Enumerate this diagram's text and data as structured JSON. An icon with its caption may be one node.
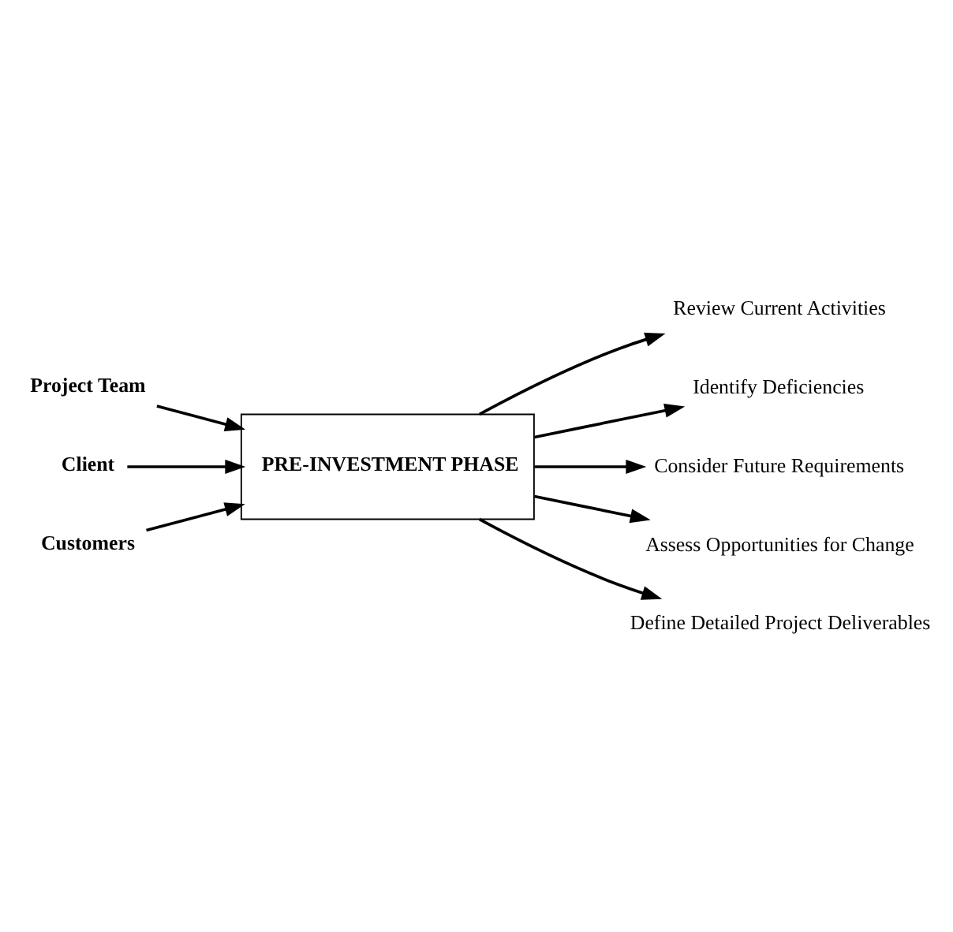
{
  "diagram": {
    "nodes": [
      {
        "text": [
          "PRE-INVESTMENT PHASE"
        ]
      },
      {
        "text": [
          "Project Team"
        ]
      },
      {
        "text": [
          "Client"
        ]
      },
      {
        "text": [
          "Customers"
        ]
      },
      {
        "text": [
          "Review Current Activities"
        ]
      },
      {
        "text": [
          "Identify Deficiencies"
        ]
      },
      {
        "text": [
          "Consider Future Requirements"
        ]
      },
      {
        "text": [
          "Assess Opportunities for Change"
        ]
      },
      {
        "text": [
          "Define Detailed Project Deliverables"
        ]
      }
    ],
    "edges": [
      {
        "from": 1,
        "to": 0,
        "arrow": "to"
      },
      {
        "from": 2,
        "to": 0,
        "arrow": "to"
      },
      {
        "from": 3,
        "to": 0,
        "arrow": "to"
      },
      {
        "from": 0,
        "to": 4,
        "arrow": "to"
      },
      {
        "from": 0,
        "to": 5,
        "arrow": "to"
      },
      {
        "from": 0,
        "to": 6,
        "arrow": "to"
      },
      {
        "from": 0,
        "to": 7,
        "arrow": "to"
      },
      {
        "from": 0,
        "to": 8,
        "arrow": "to"
      }
    ]
  }
}
